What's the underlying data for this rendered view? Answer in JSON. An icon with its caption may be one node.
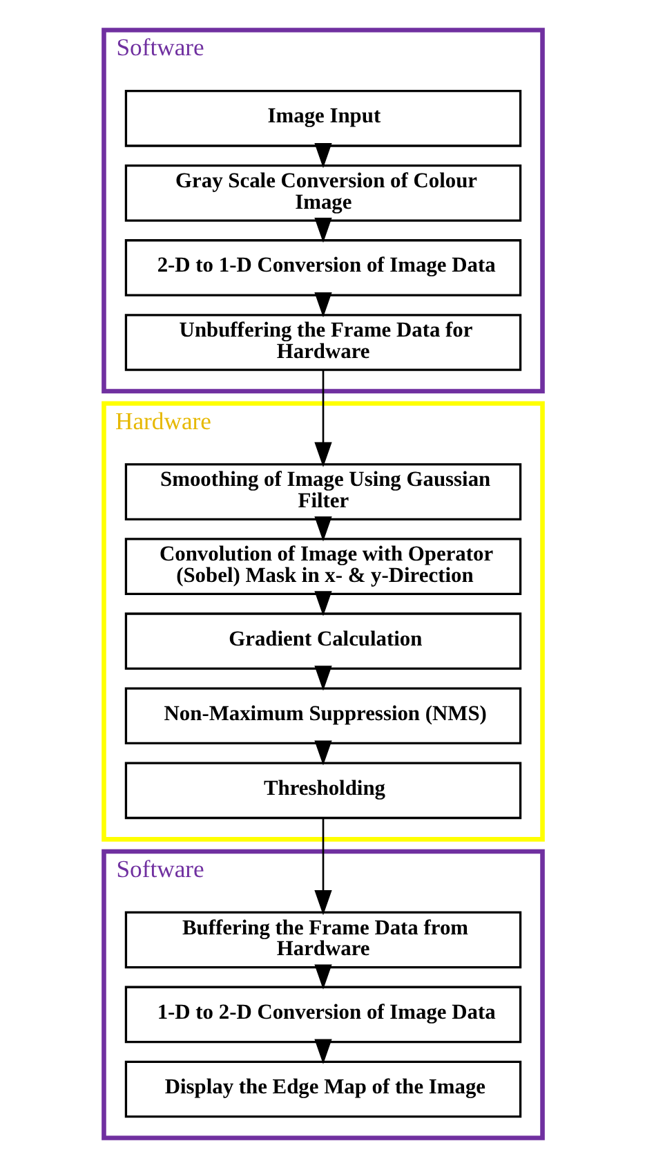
{
  "diagram": {
    "nodes": [
      {
        "text": [
          "Software"
        ]
      },
      {
        "text": [
          "Image Input"
        ],
        "in": 0
      },
      {
        "text": [
          "Gray Scale Conversion of Colour Image"
        ],
        "in": 0
      },
      {
        "text": [
          "2-D to 1-D Conversion of Image Data"
        ],
        "in": 0
      },
      {
        "text": [
          "Unbuffering the Frame Data for Hardware"
        ],
        "in": 0
      },
      {
        "text": [
          "Hardware"
        ]
      },
      {
        "text": [
          "Smoothing of Image Using Gaussian Filter"
        ],
        "in": 5
      },
      {
        "text": [
          "Convolution of Image with Operator (Sobel) Mask in x- & y-Direction"
        ],
        "in": 5
      },
      {
        "text": [
          "Gradient Calculation"
        ],
        "in": 5
      },
      {
        "text": [
          "Non-Maximum Suppression (NMS)"
        ],
        "in": 5
      },
      {
        "text": [
          "Thresholding"
        ],
        "in": 5
      },
      {
        "text": [
          "Software"
        ]
      },
      {
        "text": [
          "Buffering the Frame Data from Hardware"
        ],
        "in": 11
      },
      {
        "text": [
          "1-D to 2-D Conversion of Image Data"
        ],
        "in": 11
      },
      {
        "text": [
          "Display the Edge Map of the Image"
        ],
        "in": 11
      }
    ],
    "edges": [
      {
        "from": 1,
        "to": 2,
        "arrow": "to"
      },
      {
        "from": 2,
        "to": 3,
        "arrow": "to"
      },
      {
        "from": 3,
        "to": 4,
        "arrow": "to"
      },
      {
        "from": 4,
        "to": 6,
        "arrow": "to"
      },
      {
        "from": 6,
        "to": 7,
        "arrow": "to"
      },
      {
        "from": 7,
        "to": 8,
        "arrow": "to"
      },
      {
        "from": 8,
        "to": 9,
        "arrow": "to"
      },
      {
        "from": 9,
        "to": 10,
        "arrow": "to"
      },
      {
        "from": 10,
        "to": 12,
        "arrow": "to"
      },
      {
        "from": 12,
        "to": 13,
        "arrow": "to"
      },
      {
        "from": 13,
        "to": 14,
        "arrow": "to"
      }
    ]
  }
}
